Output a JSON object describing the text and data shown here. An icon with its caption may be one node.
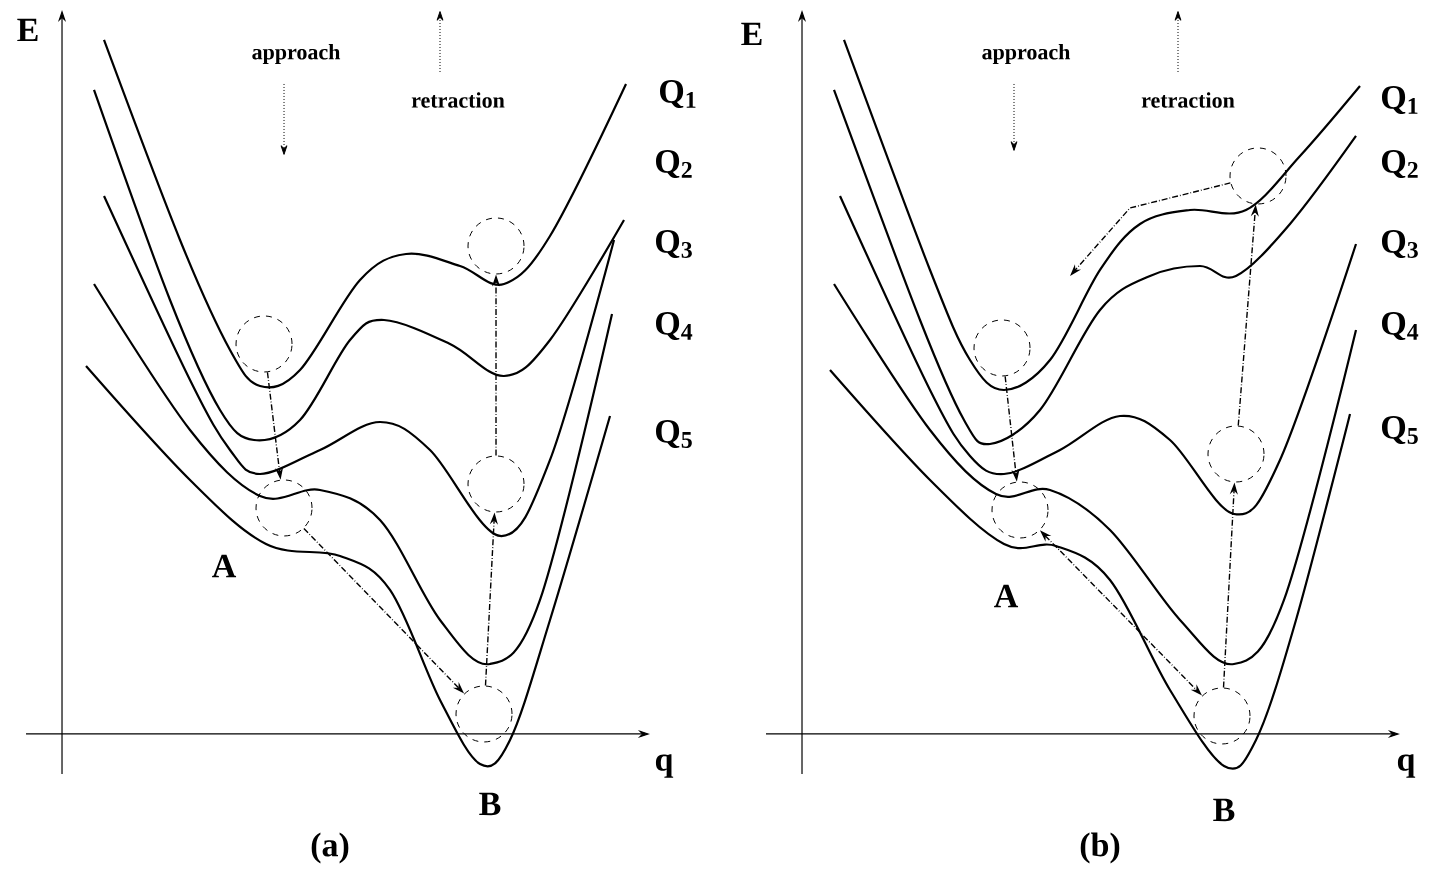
{
  "diagram": {
    "nodes": [
      {
        "text": [],
        "shape": "circle"
      },
      {
        "text": [],
        "shape": "circle"
      },
      {
        "text": [],
        "shape": "circle"
      },
      {
        "text": [],
        "shape": "circle"
      },
      {
        "text": [],
        "shape": "circle"
      },
      {
        "text": [],
        "shape": "circle"
      },
      {
        "text": [],
        "shape": "circle"
      },
      {
        "text": [],
        "shape": "circle"
      },
      {
        "text": [],
        "shape": "circle"
      },
      {
        "text": [],
        "shape": "circle"
      }
    ],
    "edges": [
      {
        "from": 0,
        "to": 1,
        "arrow": "to"
      },
      {
        "from": 1,
        "to": 2,
        "arrow": "to"
      },
      {
        "from": 2,
        "to": 3,
        "arrow": "to"
      },
      {
        "from": 3,
        "to": 4,
        "arrow": "to"
      },
      {
        "from": 5,
        "to": 6,
        "arrow": "to"
      },
      {
        "from": 6,
        "to": 7,
        "arrow": "both"
      },
      {
        "from": 7,
        "to": 8,
        "arrow": "to"
      },
      {
        "from": 8,
        "to": 9,
        "arrow": "to"
      },
      {
        "from": 9,
        "to": null,
        "arrow": "to"
      }
    ],
    "labels": [
      "E",
      "approach",
      "retraction",
      "Q$_{1}$",
      "Q$_{2}$",
      "Q$_{3}$",
      "Q$_{4}$",
      "Q$_{5}$",
      "A",
      "q",
      "B",
      "(a)",
      "E",
      "approach",
      "retraction",
      "Q$_{1}$",
      "Q$_{2}$",
      "Q$_{3}$",
      "Q$_{4}$",
      "Q$_{5}$",
      "A",
      "q",
      "B",
      "(b)"
    ]
  }
}
